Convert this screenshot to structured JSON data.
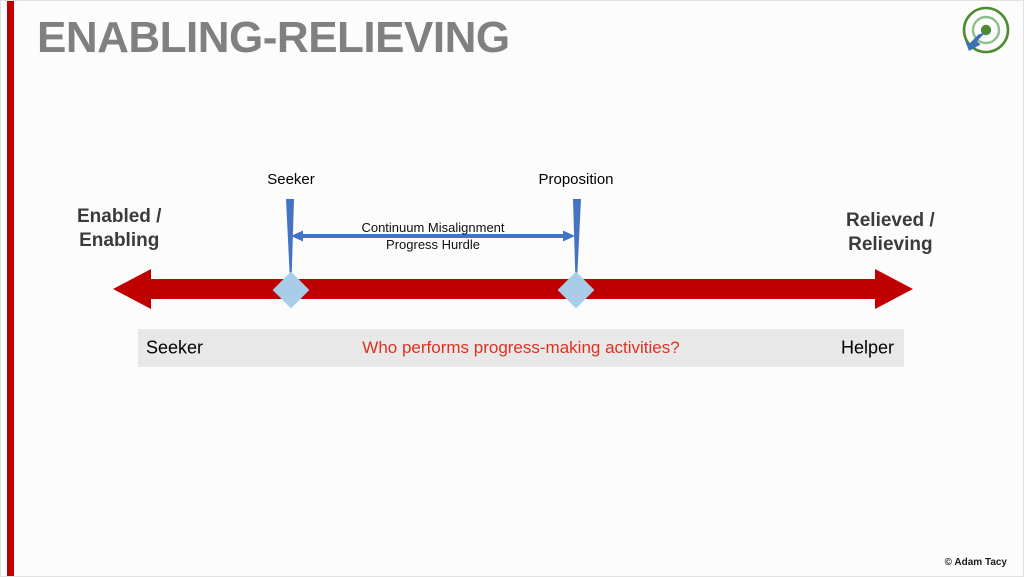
{
  "slide": {
    "title": "ENABLING-RELIEVING",
    "logo_icon": "bullseye-target-icon",
    "copyright": "© Adam Tacy",
    "colors": {
      "accent_red": "#C00000",
      "title_gray": "#808080",
      "marker_blue": "#4472C4",
      "diamond_blue": "#A9CCE8",
      "question_red": "#E03020",
      "bar_gray": "#E8E8E8",
      "logo_green": "#4E8B31"
    }
  },
  "continuum": {
    "left_label": "Enabled /\nEnabling",
    "left_label_line1": "Enabled /",
    "left_label_line2": "Enabling",
    "right_label_line1": "Relieved /",
    "right_label_line2": "Relieving",
    "markers": [
      {
        "label": "Seeker",
        "name": "seeker-marker"
      },
      {
        "label": "Proposition",
        "name": "proposition-marker"
      }
    ],
    "measurement": {
      "label_above": "Continuum Misalignment",
      "label_below": "Progress Hurdle"
    }
  },
  "question_bar": {
    "left": "Seeker",
    "center": "Who performs progress-making activities?",
    "right": "Helper"
  }
}
